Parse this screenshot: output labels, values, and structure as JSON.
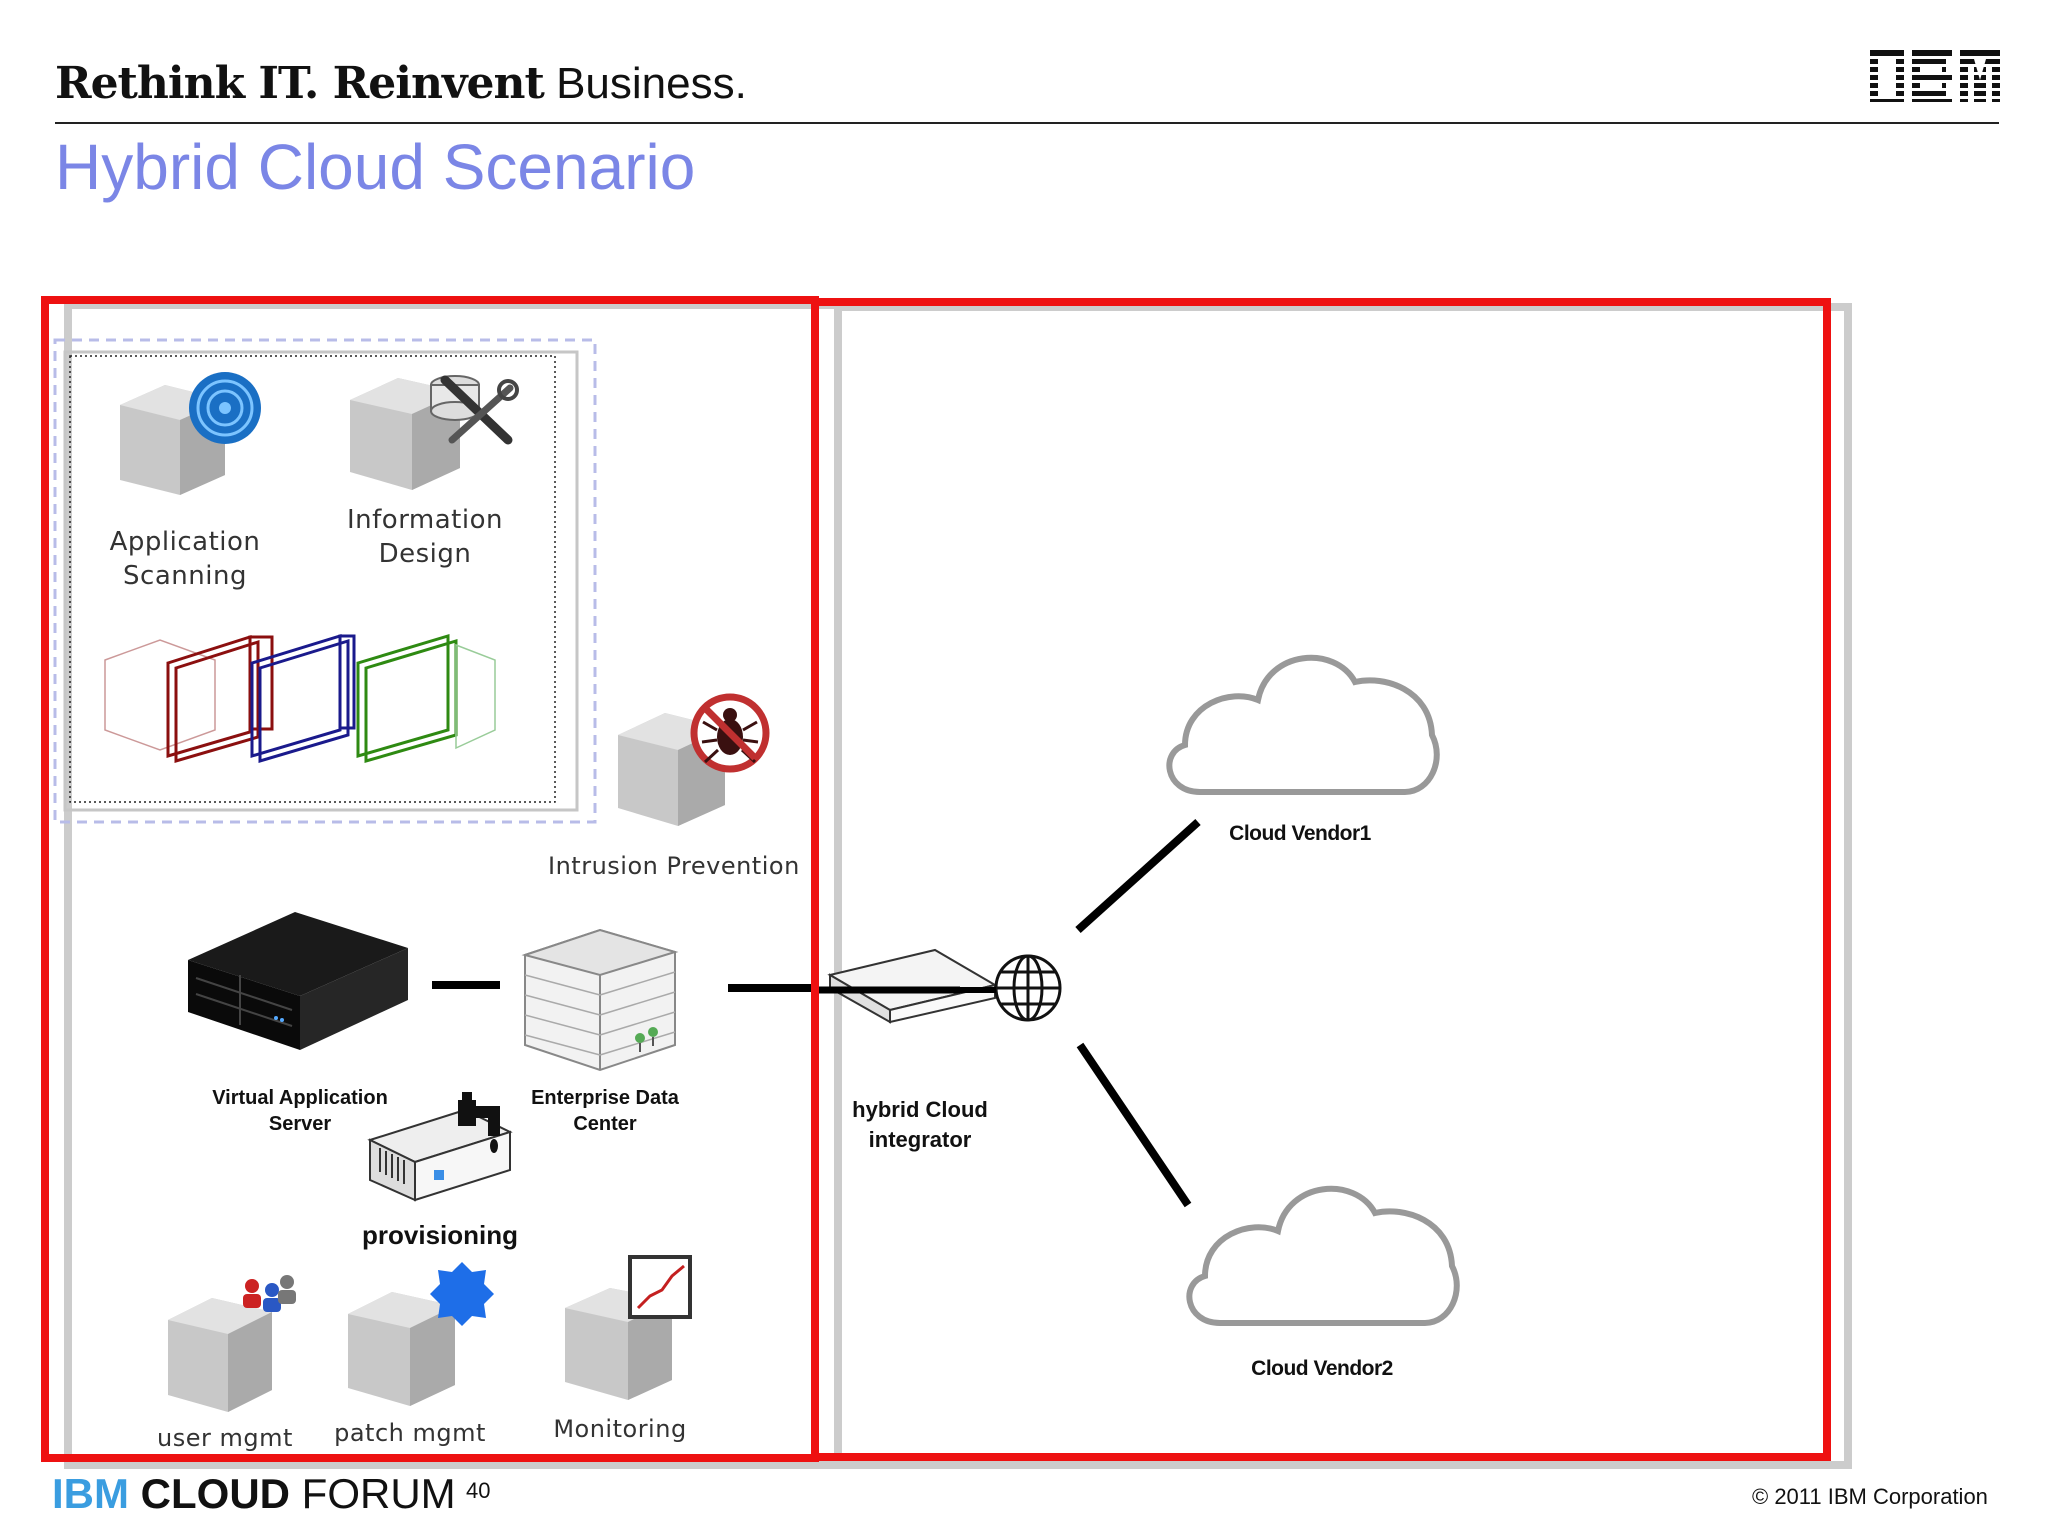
{
  "header": {
    "tagline_bold": "Rethink IT. Reinvent",
    "tagline_regular": "Business.",
    "logo_text": "IBM"
  },
  "slide": {
    "title": "Hybrid Cloud Scenario"
  },
  "nodes": {
    "app_scanning": "Application Scanning",
    "info_design": "Information Design",
    "intrusion": "Intrusion Prevention",
    "vas_line1": "Virtual Application",
    "vas_line2": "Server",
    "edc_line1": "Enterprise Data",
    "edc_line2": "Center",
    "provisioning": "provisioning",
    "user_mgmt": "user mgmt",
    "patch_mgmt": "patch mgmt",
    "monitoring": "Monitoring",
    "hci_line1": "hybrid Cloud",
    "hci_line2": "integrator",
    "vendor1": "Cloud Vendor1",
    "vendor2": "Cloud Vendor2"
  },
  "footer": {
    "brand_ibm": "IBM",
    "brand_cloud": "CLOUD",
    "brand_forum": "FORUM",
    "page_number": "40",
    "copyright": "© 2011 IBM Corporation"
  },
  "colors": {
    "title": "#7b86e6",
    "frame": "#ee1111",
    "brand_ibm": "#3a9de0"
  }
}
